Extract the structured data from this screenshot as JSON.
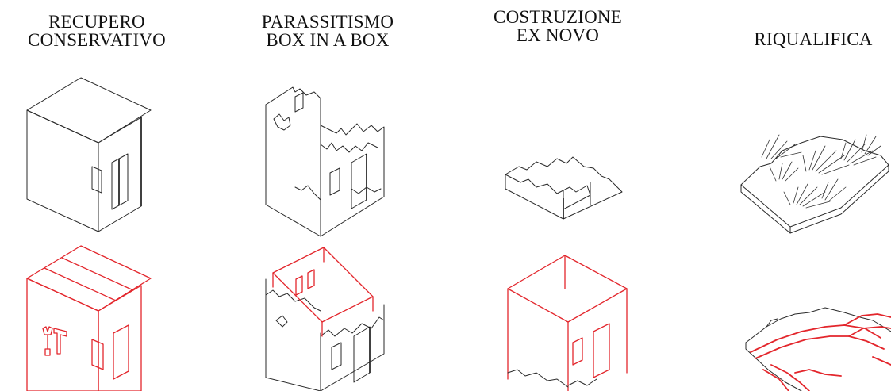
{
  "columns": [
    {
      "key": "recupero",
      "line1": "RECUPERO",
      "line2": "CONSERVATIVO"
    },
    {
      "key": "parassitismo",
      "line1": "PARASSITISMO",
      "line2": "BOX IN A BOX"
    },
    {
      "key": "costruzione",
      "line1": "COSTRUZIONE",
      "line2": "EX NOVO"
    },
    {
      "key": "riqualifica",
      "line1": "RIQUALIFICA",
      "line2": ""
    }
  ],
  "colors": {
    "existing": "#2a2a2a",
    "intervention": "#e3262c",
    "background": "#ffffff"
  },
  "icons": [
    "wrench-hammer-icon"
  ]
}
